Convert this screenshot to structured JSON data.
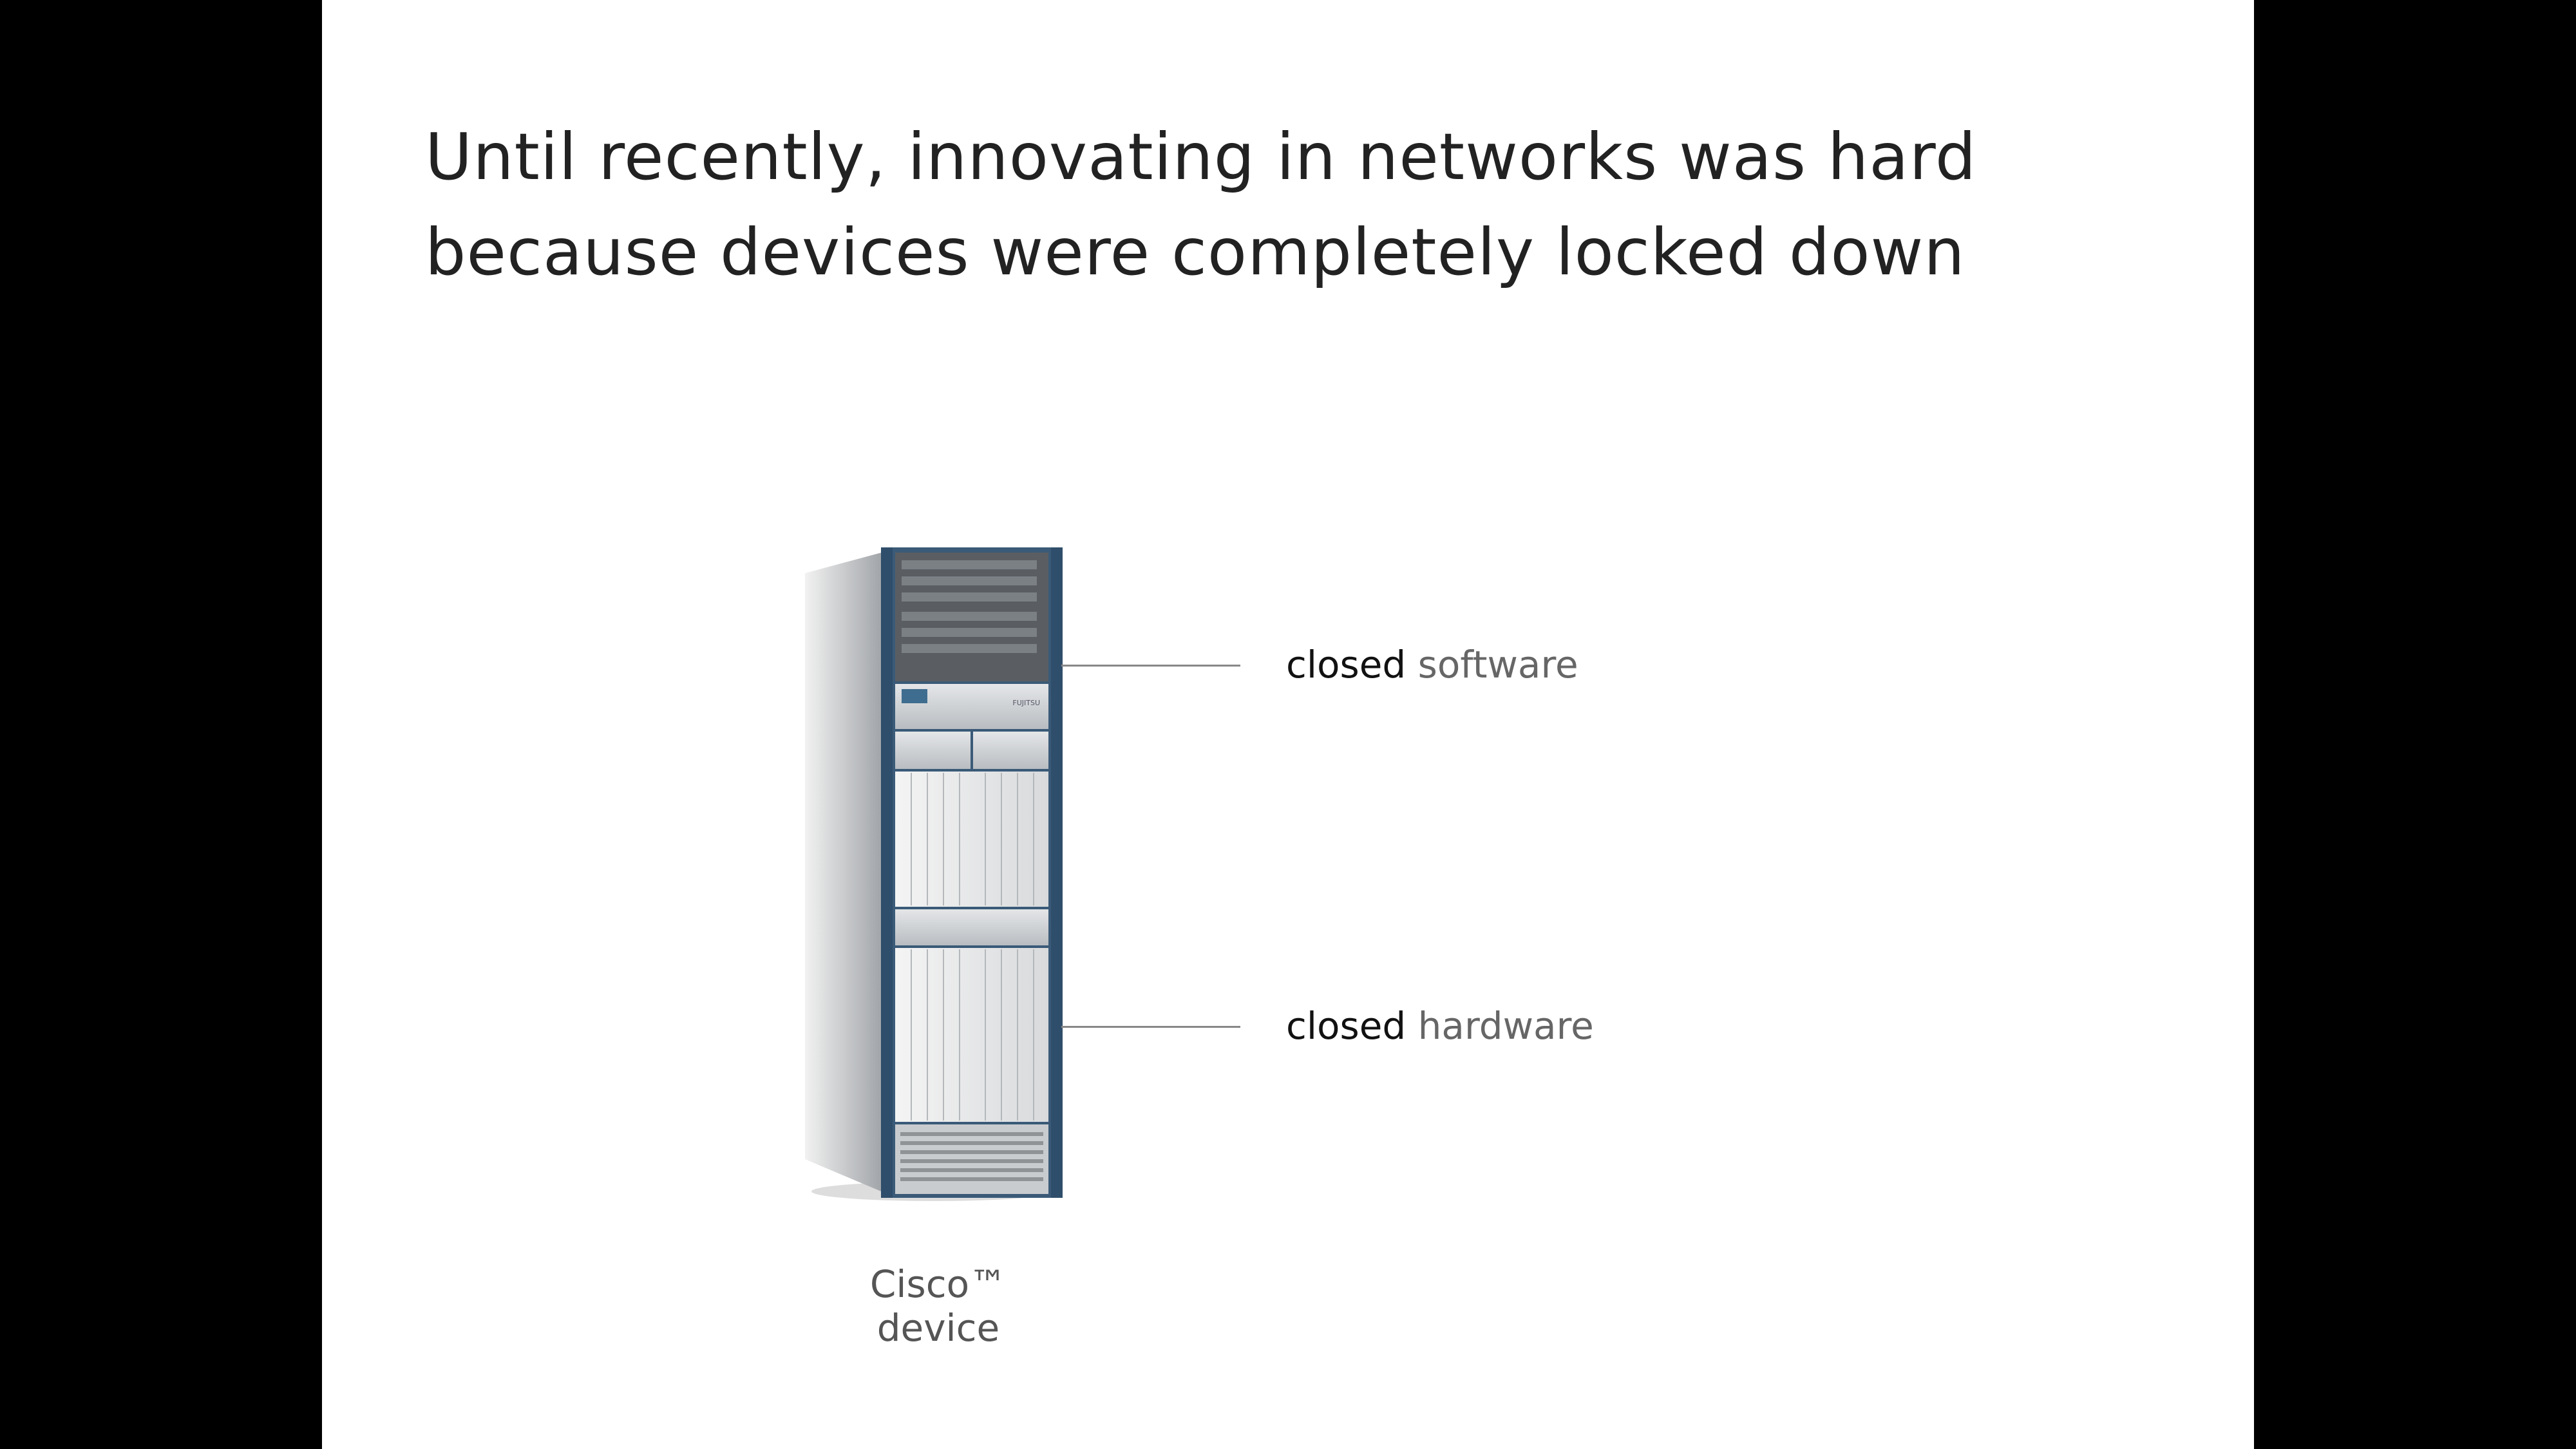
{
  "slide": {
    "title_lines": [
      "Until recently, innovating in networks was hard",
      "because devices were completely locked down"
    ],
    "labels": [
      {
        "keyword": "closed",
        "value": "software"
      },
      {
        "keyword": "closed",
        "value": "hardware"
      }
    ],
    "caption": "Cisco™ device",
    "device_logo": "FUJITSU"
  },
  "colors": {
    "background": "#000000",
    "slide": "#ffffff",
    "title": "#222222",
    "label_muted": "#666666",
    "frame_blue": "#2f4e6b"
  }
}
